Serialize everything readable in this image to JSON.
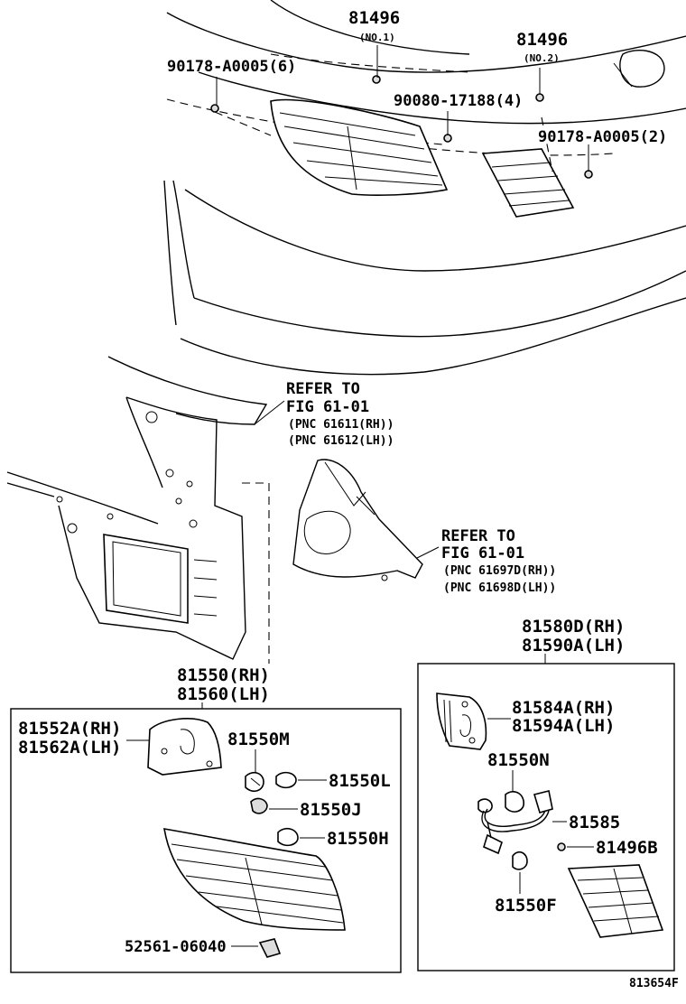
{
  "labels": {
    "p81496_1": "81496",
    "p81496_1_note": "(NO.1)",
    "p81496_2": "81496",
    "p81496_2_note": "(NO.2)",
    "p90178_6": "90178-A0005(6)",
    "p90080": "90080-17188(4)",
    "p90178_2": "90178-A0005(2)",
    "refer1_a": "REFER TO",
    "refer1_b": "FIG 61-01",
    "refer1_c": "(PNC 61611(RH))",
    "refer1_d": "(PNC 61612(LH))",
    "refer2_a": "REFER TO",
    "refer2_b": "FIG 61-01",
    "refer2_c": "(PNC 61697D(RH))",
    "refer2_d": "(PNC 61698D(LH))",
    "p81580d": "81580D(RH)",
    "p81590a": "81590A(LH)",
    "p81550": "81550(RH)",
    "p81560": "81560(LH)",
    "p81552a": "81552A(RH)",
    "p81562a": "81562A(LH)",
    "p81550m": "81550M",
    "p81550l": "81550L",
    "p81550j": "81550J",
    "p81550h": "81550H",
    "p52561": "52561-06040",
    "p81584a": "81584A(RH)",
    "p81594a": "81594A(LH)",
    "p81550n": "81550N",
    "p81585": "81585",
    "p81496b": "81496B",
    "p81550f": "81550F",
    "figure_id": "813654F"
  }
}
